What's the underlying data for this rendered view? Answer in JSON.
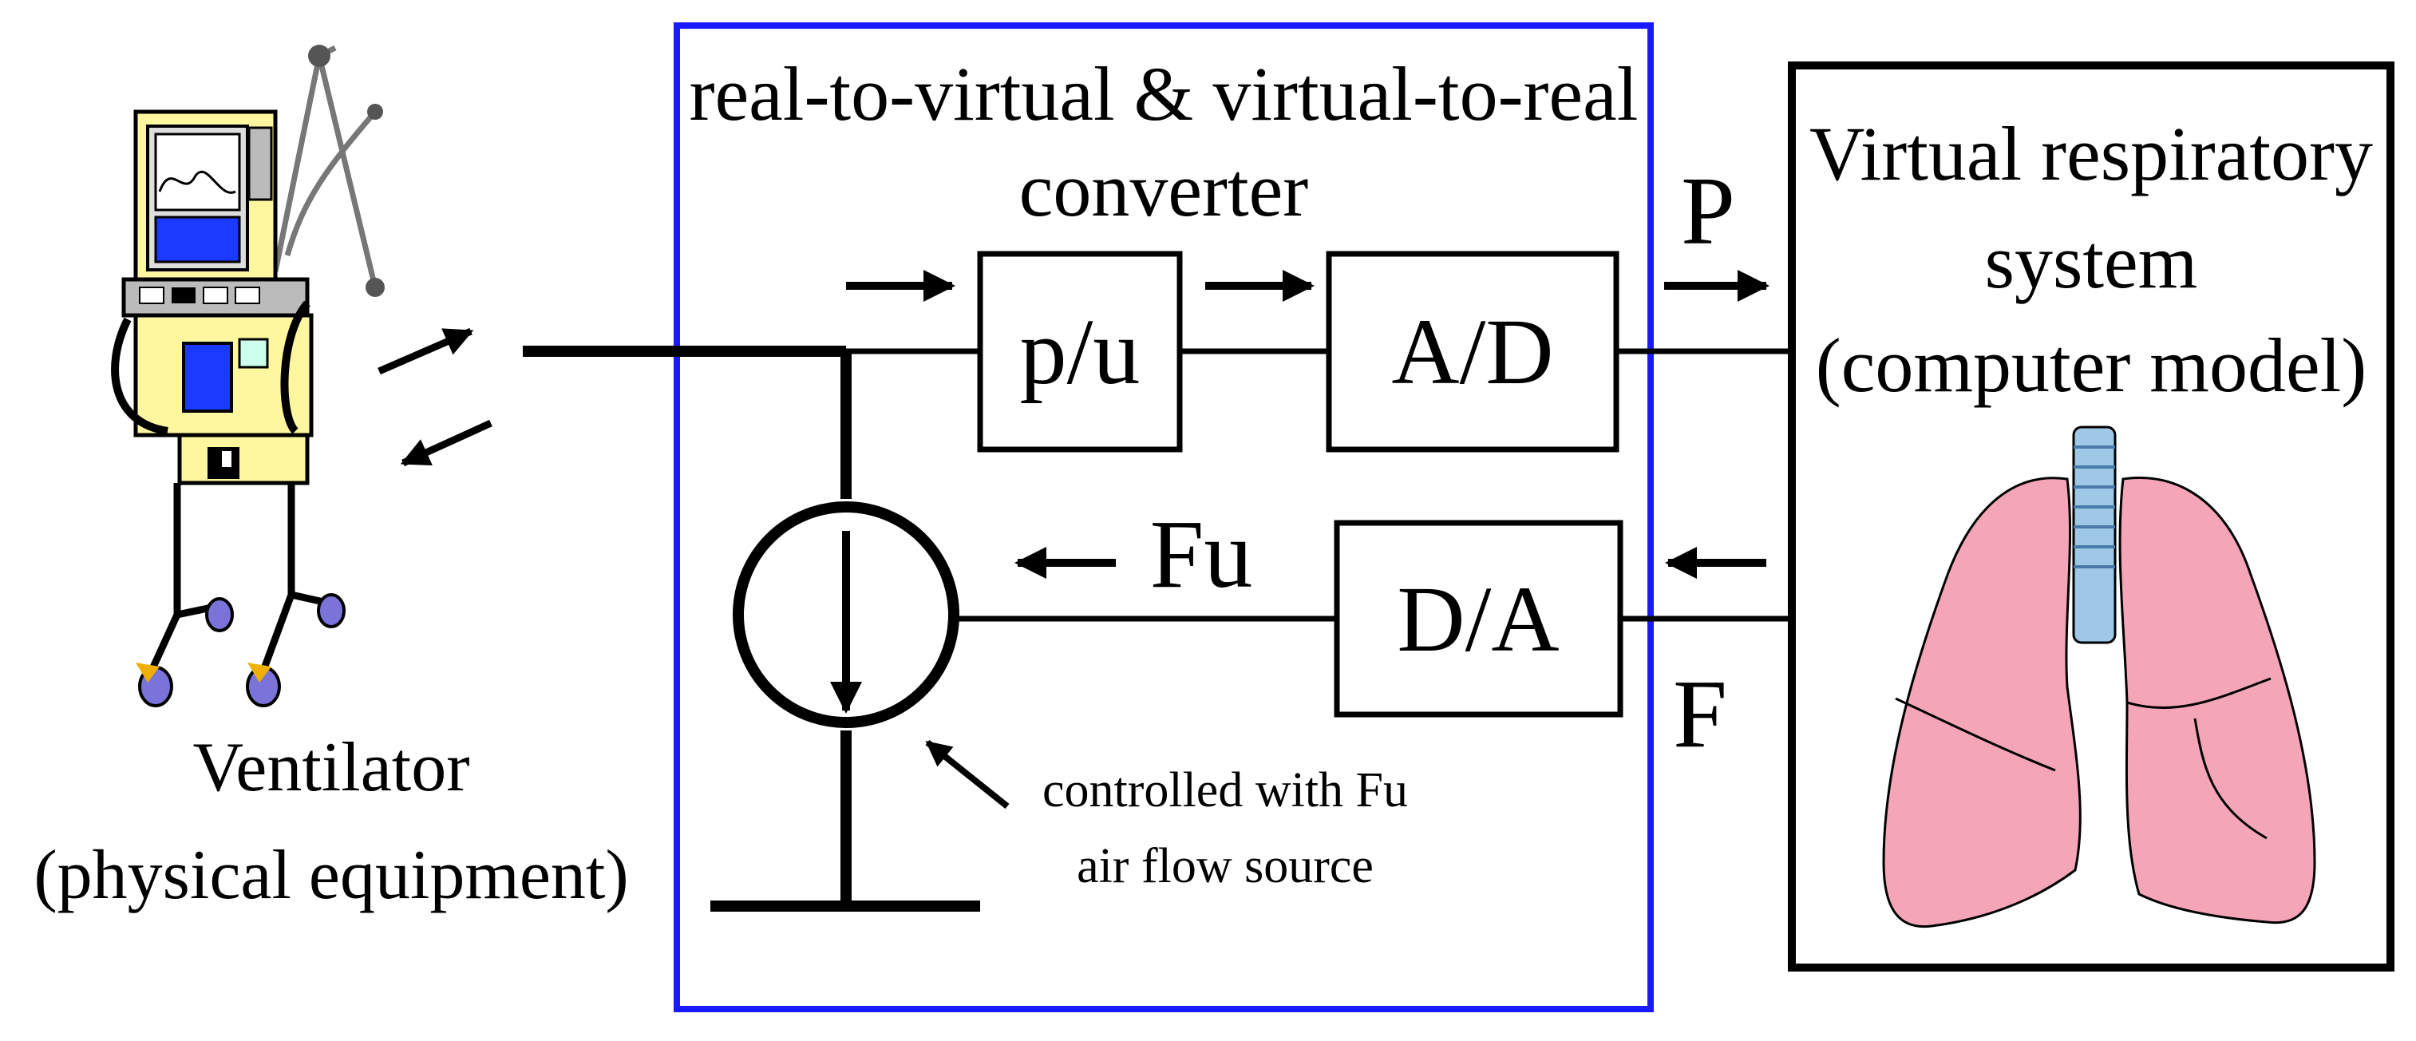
{
  "ventilator": {
    "title": "Ventilator",
    "subtitle": "(physical equipment)"
  },
  "converter": {
    "title_line1": "real-to-virtual & virtual-to-real",
    "title_line2": "converter",
    "block_pu": "p/u",
    "block_ad": "A/D",
    "block_da": "D/A",
    "signal_fu": "Fu",
    "source_note_line1": "controlled with Fu",
    "source_note_line2": "air flow source",
    "border_color": "#1a1aff"
  },
  "signals": {
    "pressure": "P",
    "flow": "F"
  },
  "virtual_system": {
    "line1": "Virtual respiratory",
    "line2": "system",
    "line3": "(computer model)"
  },
  "colors": {
    "lung_fill": "#f4a6b8",
    "trachea_fill": "#9ec8e6",
    "ventilator_body": "#fff7a0",
    "ventilator_screen": "#1a3aff"
  }
}
